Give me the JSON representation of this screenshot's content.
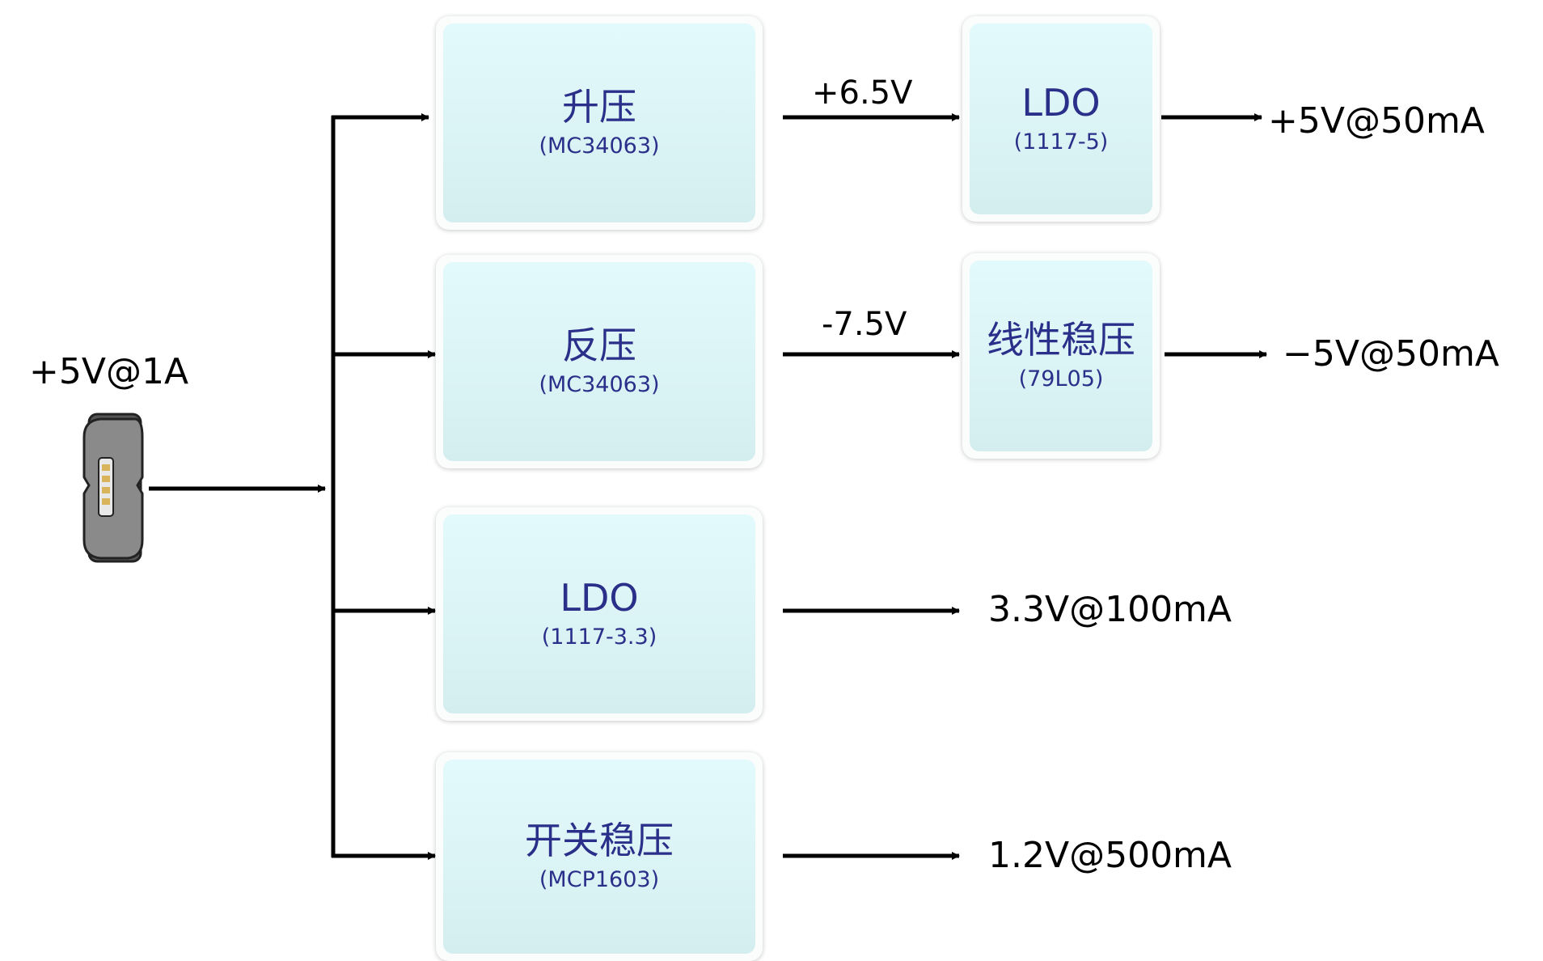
{
  "input": {
    "label": "+5V@1A",
    "connector_icon": "usb-connector-icon"
  },
  "branches": [
    {
      "stage1": {
        "title": "升压",
        "part": "(MC34063)"
      },
      "mid_voltage": "+6.5V",
      "stage2": {
        "title": "LDO",
        "part": "(1117-5)"
      },
      "output": "+5V@50mA"
    },
    {
      "stage1": {
        "title": "反压",
        "part": "(MC34063)"
      },
      "mid_voltage": "-7.5V",
      "stage2": {
        "title": "线性稳压",
        "part": "(79L05)"
      },
      "output": "−5V@50mA"
    },
    {
      "stage1": {
        "title": "LDO",
        "part": "(1117-3.3)"
      },
      "output": "3.3V@100mA"
    },
    {
      "stage1": {
        "title": "开关稳压",
        "part": "(MCP1603)"
      },
      "output": "1.2V@500mA"
    }
  ],
  "colors": {
    "block_fill": "#dcf4f6",
    "block_text": "#2a2f8a",
    "line": "#000000"
  }
}
